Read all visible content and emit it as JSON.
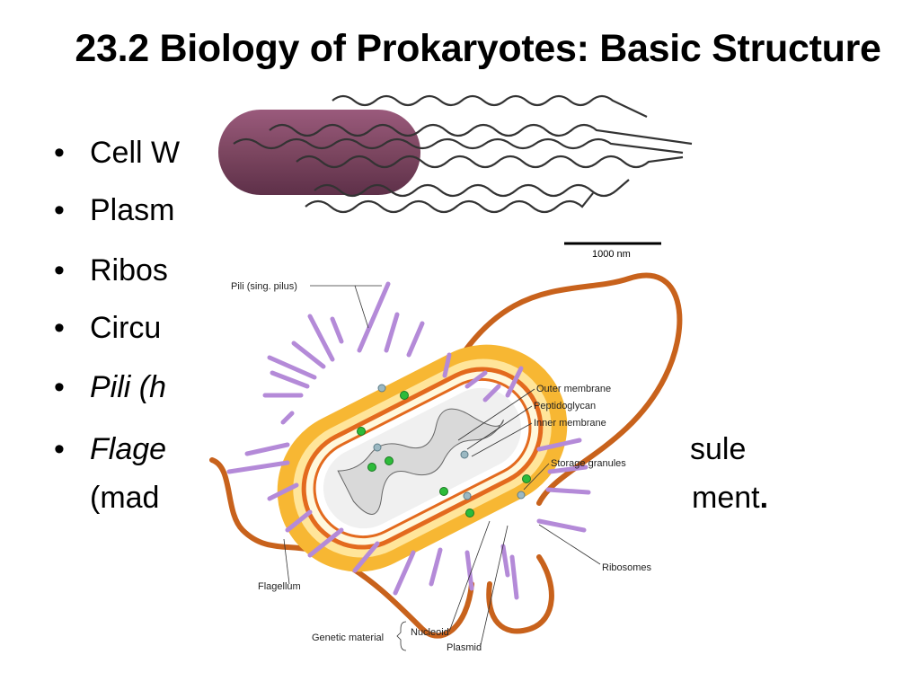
{
  "slide": {
    "title": "23.2 Biology of Prokaryotes: Basic Structure"
  },
  "bullets": [
    {
      "text": "Cell W"
    },
    {
      "text": "Plasm"
    },
    {
      "text": "Ribos"
    },
    {
      "text": "Circu"
    },
    {
      "text": "Pili (h"
    },
    {
      "text": "Flage",
      "continuation_right": "sule",
      "line2": "(mad",
      "line2_right": "ment",
      "line2_end": "."
    }
  ],
  "bullet_glyph": "•",
  "micrograph": {
    "scale_label": "1000 nm"
  },
  "diagram": {
    "labels": {
      "pili": "Pili (sing. pilus)",
      "outer_membrane": "Outer membrane",
      "peptidoglycan": "Peptidoglycan",
      "inner_membrane": "Inner membrane",
      "storage_granules": "Storage granules",
      "ribosomes": "Ribosomes",
      "flagellum": "Flagellum",
      "genetic_material": "Genetic material",
      "nucleoid": "Nucleoid",
      "plasmid": "Plasmid"
    },
    "colors": {
      "capsule": "#f7b733",
      "outer_membrane": "#e36a1e",
      "pili": "#b48ad8",
      "flagellum": "#c8621c",
      "ribosome": "#2dbb3a",
      "granule": "#9bb8c2",
      "micrograph_cell": "#7c4660"
    }
  }
}
